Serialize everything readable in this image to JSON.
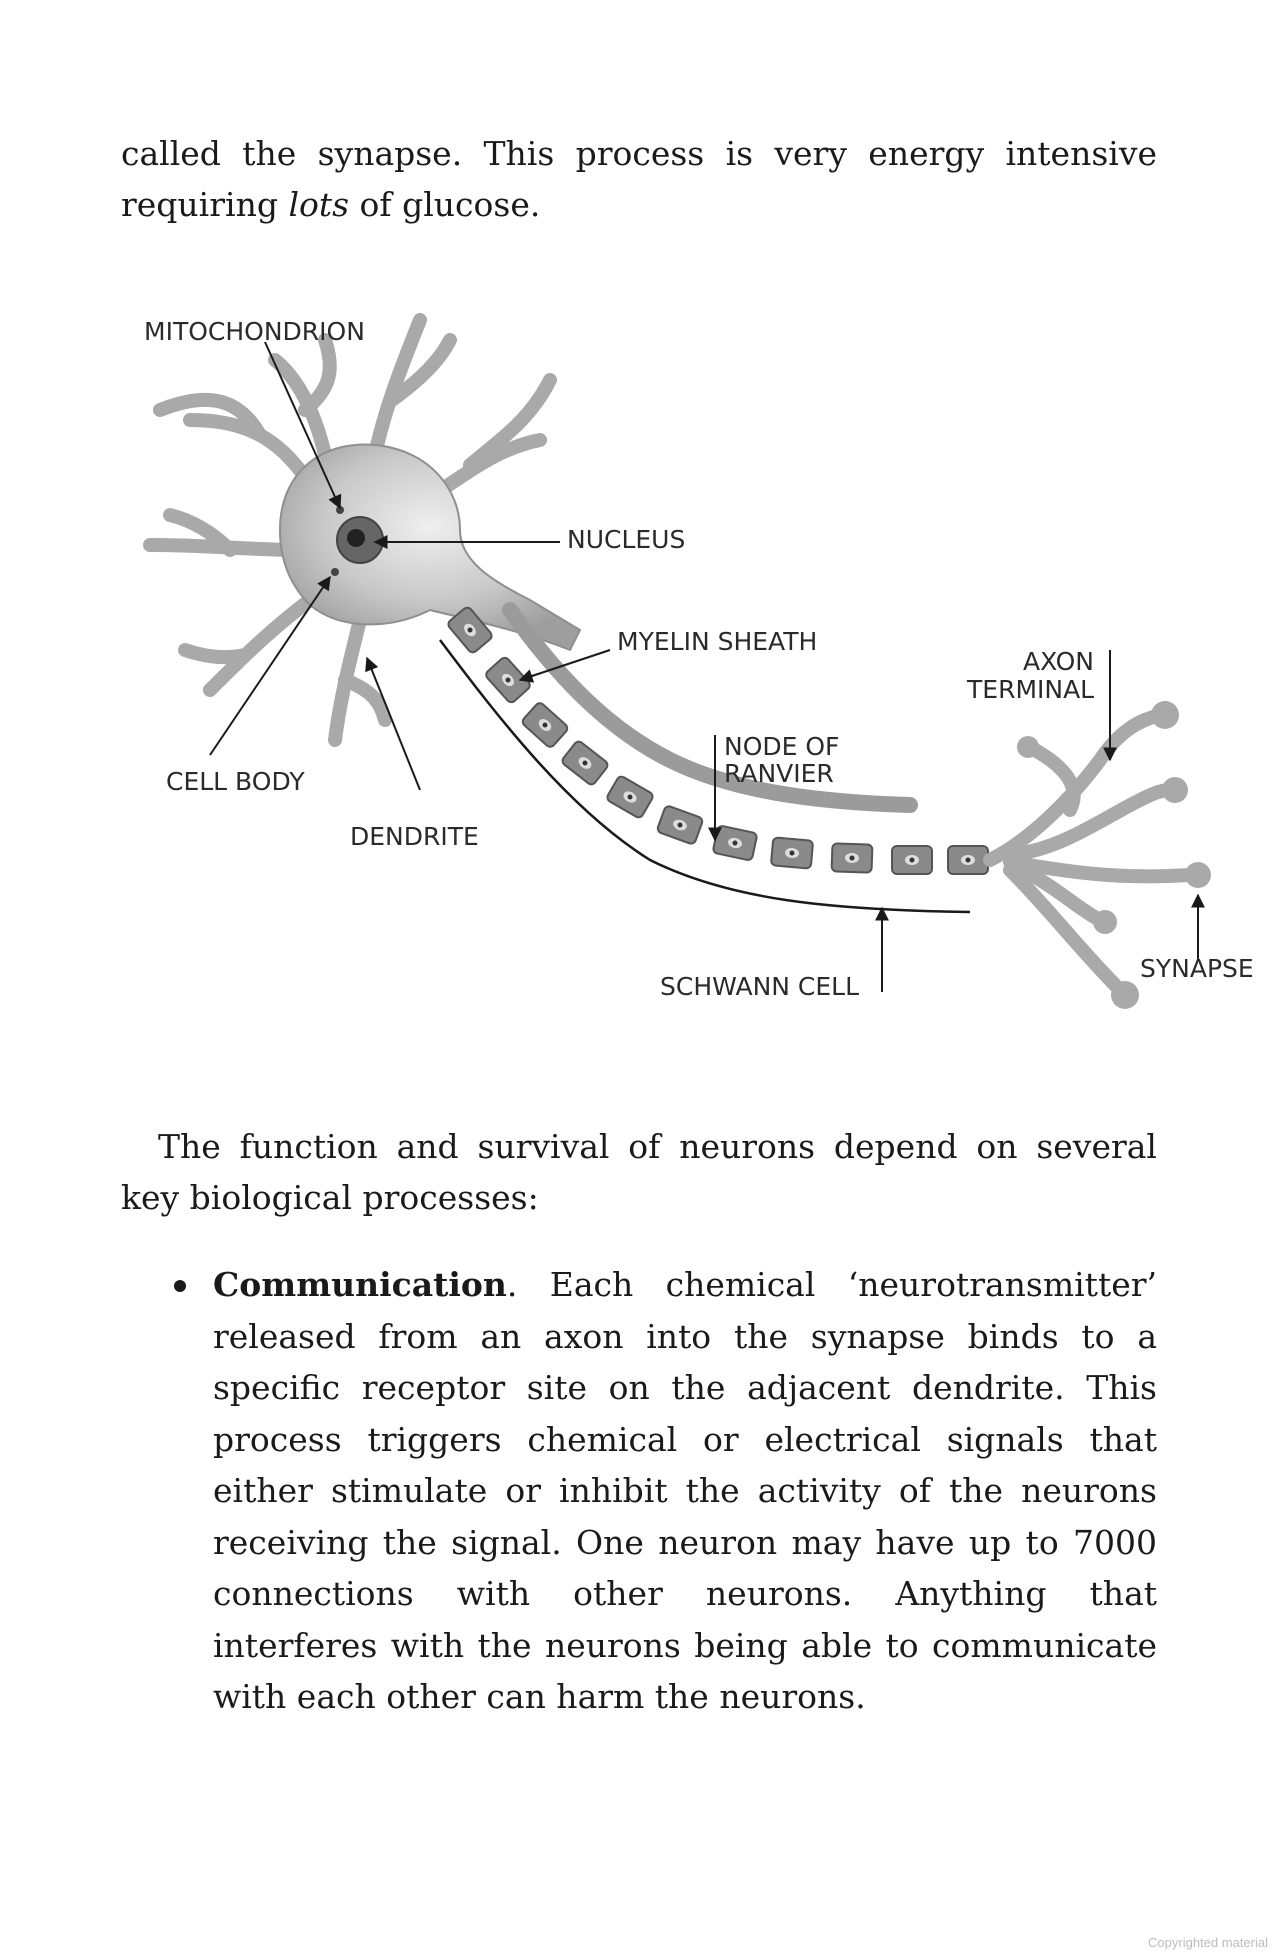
{
  "paragraph_top": {
    "text_before_italic": "called the synapse. This process is very energy intensive requiring ",
    "italic_word": "lots",
    "text_after_italic": " of glucose."
  },
  "diagram": {
    "labels": {
      "mitochondrion": "MITOCHONDRION",
      "nucleus": "NUCLEUS",
      "myelin_sheath": "MYELIN SHEATH",
      "axon_terminal_line1": "AXON",
      "axon_terminal_line2": "TERMINAL",
      "node_line1": "NODE OF",
      "node_line2": "RANVIER",
      "cell_body": "CELL BODY",
      "dendrite": "DENDRITE",
      "schwann_cell": "SCHWANN CELL",
      "synapse": "SYNAPSE"
    },
    "colors": {
      "neuron_fill": "#a9a9a9",
      "neuron_dark": "#555555",
      "outline": "#1a1a1a"
    }
  },
  "paragraph_intro": "The function and survival of neurons depend on several key biological processes:",
  "bullets": [
    {
      "heading": "Communication",
      "body": ". Each chemical ‘neurotransmitter’ released from an axon into the synapse binds to a specific receptor site on the adjacent dendrite. This process triggers chemical or electrical signals that either stimulate or inhibit the activity of the neurons receiving the signal. One neuron may have up to 7000 connections with other neurons. Anything that interferes with the neurons being able to communicate with each other can harm the neurons."
    }
  ],
  "footer": "Copyrighted material"
}
